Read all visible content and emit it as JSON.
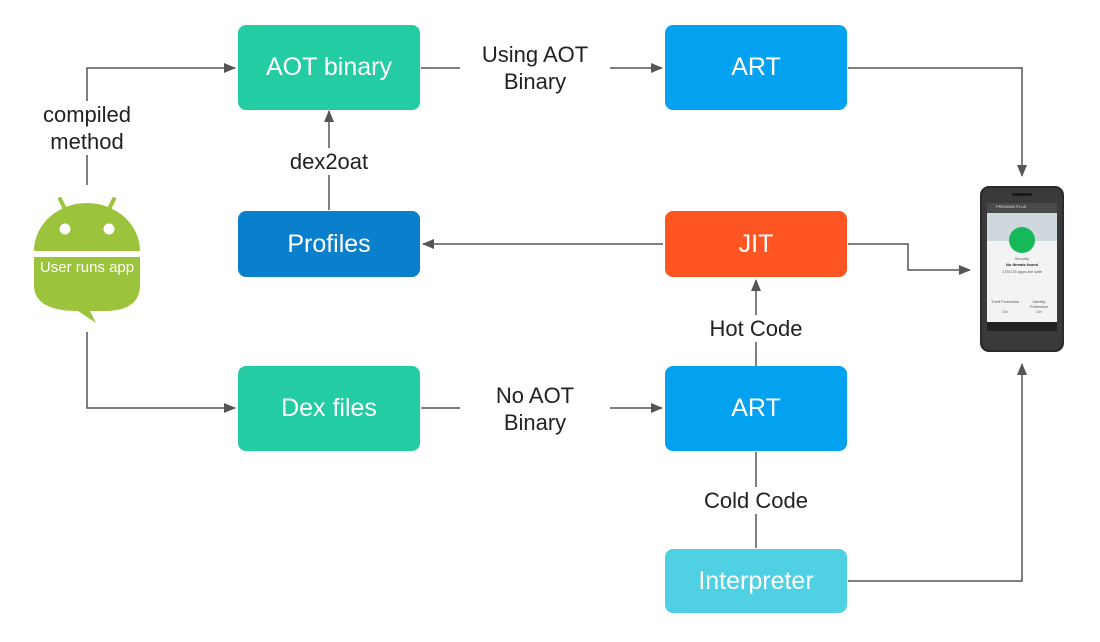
{
  "boxes": {
    "aot_binary": "AOT binary",
    "art_top": "ART",
    "profiles": "Profiles",
    "jit": "JIT",
    "dex_files": "Dex files",
    "art_bottom": "ART",
    "interpreter": "Interpreter"
  },
  "labels": {
    "compiled_method": [
      "compiled",
      "method"
    ],
    "using_aot_binary": [
      "Using AOT",
      "Binary"
    ],
    "dex2oat": "dex2oat",
    "no_aot_binary": [
      "No AOT",
      "Binary"
    ],
    "hot_code": "Hot Code",
    "cold_code": "Cold Code"
  },
  "android": {
    "caption": "User runs app",
    "icon": "android-robot-icon"
  },
  "phone": {
    "icon": "smartphone-icon",
    "header": "PREMIUM PLUS",
    "status": "Security",
    "headline": "No threats found",
    "detail": "175/175 apps are safe",
    "left_item": "Theft Protection",
    "right_item": "Identity Protection",
    "left_state": "On",
    "right_state": "On"
  },
  "colors": {
    "teal": "#23CCA2",
    "blue": "#03A2F0",
    "dark_blue": "#0A7FCC",
    "orange": "#FF5523",
    "cyan": "#4FD0E3",
    "android_green": "#9BC43C",
    "arrow": "#555555"
  }
}
